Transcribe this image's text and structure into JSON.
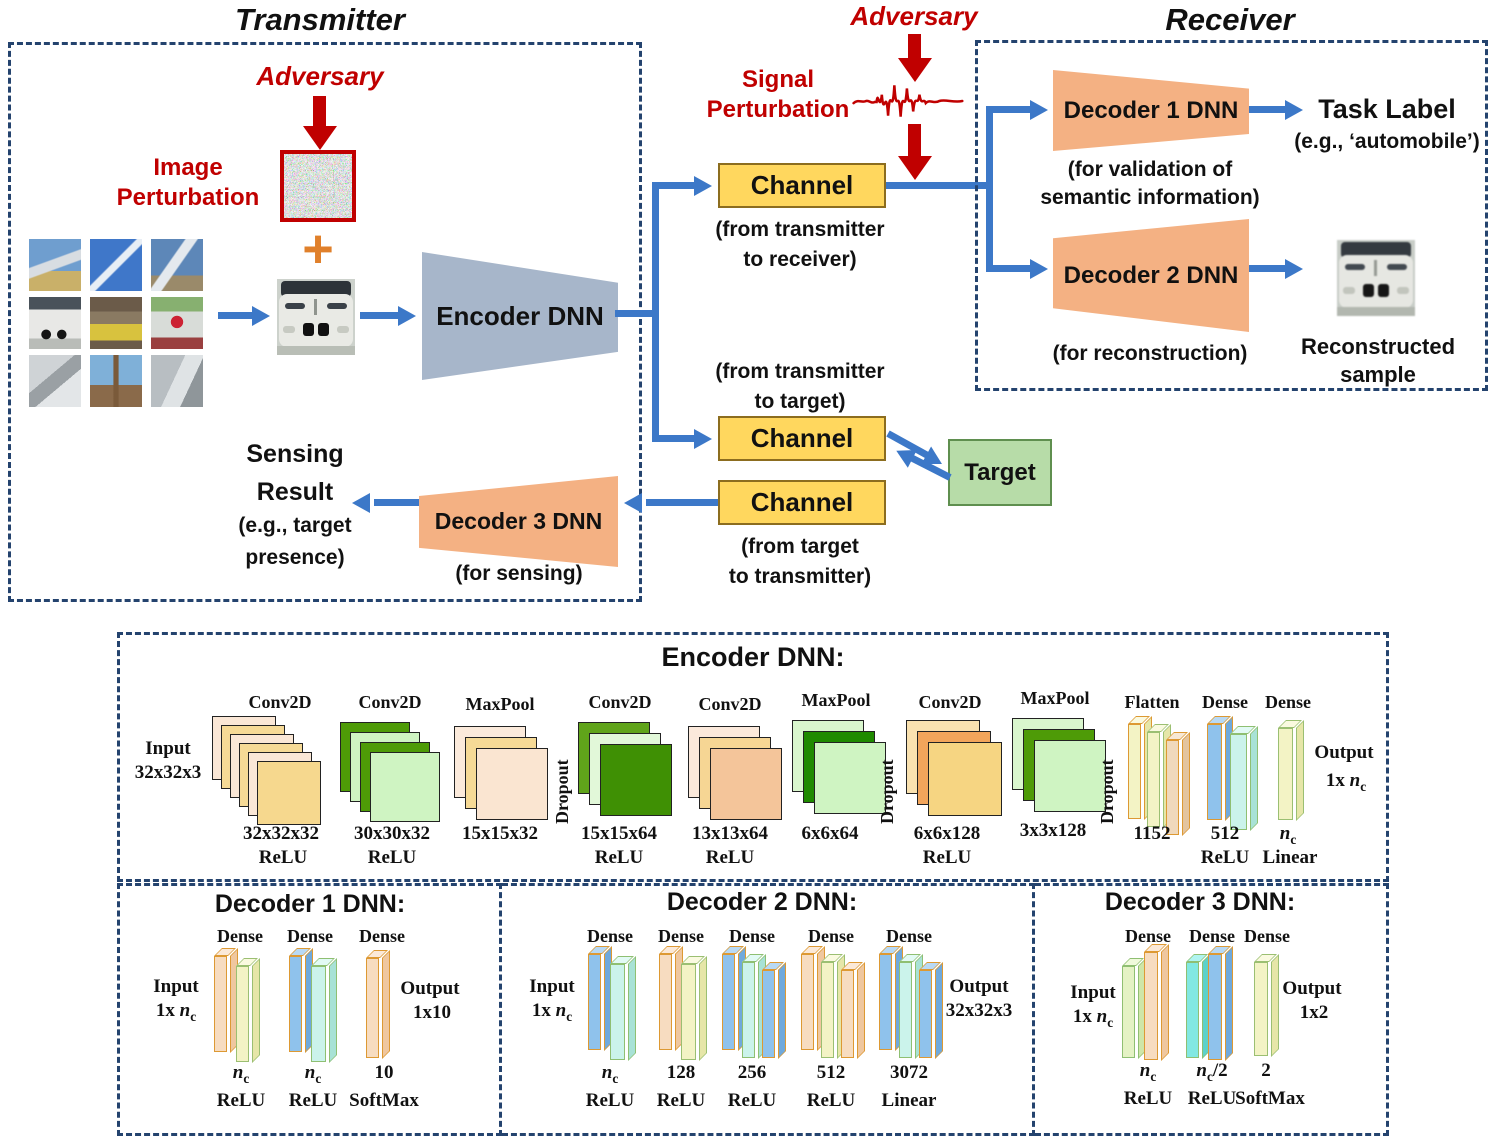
{
  "transmitter": {
    "title": "Transmitter",
    "adversary": "Adversary",
    "image_perturbation": [
      "Image",
      "Perturbation"
    ],
    "plus": "+",
    "encoder_label": "Encoder DNN",
    "sensing": [
      "Sensing",
      "Result",
      "(e.g., target",
      "presence)"
    ],
    "decoder3_label": "Decoder 3 DNN",
    "decoder3_caption": "(for sensing)"
  },
  "middle": {
    "adversary": "Adversary",
    "signal_perturbation": [
      "Signal",
      "Perturbation"
    ],
    "channel1": {
      "label": "Channel",
      "caption": [
        "(from transmitter",
        "to receiver)"
      ]
    },
    "channel2": {
      "label": "Channel",
      "caption": [
        "(from transmitter",
        "to target)"
      ]
    },
    "channel3": {
      "label": "Channel",
      "caption": [
        "(from target",
        "to transmitter)"
      ]
    },
    "target": "Target"
  },
  "receiver": {
    "title": "Receiver",
    "decoder1_label": "Decoder 1 DNN",
    "decoder1_caption": [
      "(for validation of",
      "semantic information)"
    ],
    "task_label": "Task Label",
    "task_example": "(e.g., ‘automobile’)",
    "decoder2_label": "Decoder 2 DNN",
    "decoder2_caption": "(for reconstruction)",
    "reconstructed": [
      "Reconstructed",
      "sample"
    ]
  },
  "encoder_panel": {
    "title": "Encoder DNN:",
    "input_label": "Input",
    "input_dim": "32x32x3",
    "output_label": "Output",
    "output_prefix": "1x",
    "dropout": "Dropout",
    "layers": [
      {
        "name": "Conv2D",
        "dim": "32x32x32",
        "act": "ReLU"
      },
      {
        "name": "Conv2D",
        "dim": "30x30x32",
        "act": "ReLU"
      },
      {
        "name": "MaxPool",
        "dim": "15x15x32",
        "act": ""
      },
      {
        "name": "Conv2D",
        "dim": "15x15x64",
        "act": "ReLU"
      },
      {
        "name": "Conv2D",
        "dim": "13x13x64",
        "act": "ReLU"
      },
      {
        "name": "MaxPool",
        "dim": "6x6x64",
        "act": ""
      },
      {
        "name": "Conv2D",
        "dim": "6x6x128",
        "act": "ReLU"
      },
      {
        "name": "MaxPool",
        "dim": "3x3x128",
        "act": ""
      },
      {
        "name": "Flatten",
        "dim": "1152",
        "act": ""
      },
      {
        "name": "Dense",
        "dim": "512",
        "act": "ReLU"
      },
      {
        "name": "Dense",
        "dim": "",
        "act": "Linear"
      }
    ]
  },
  "decoder1_panel": {
    "title": "Decoder 1 DNN:",
    "dense": "Dense",
    "input_label": "Input",
    "io_prefix": "1x",
    "output_label": "Output",
    "output_dim": "1x10",
    "dims": [
      "",
      "",
      "10"
    ],
    "acts": [
      "ReLU",
      "ReLU",
      "SoftMax"
    ]
  },
  "decoder2_panel": {
    "title": "Decoder 2 DNN:",
    "dense": "Dense",
    "input_label": "Input",
    "io_prefix": "1x",
    "output_label": "Output",
    "output_dim": "32x32x3",
    "dims": [
      "",
      "128",
      "256",
      "512",
      "3072"
    ],
    "acts": [
      "ReLU",
      "ReLU",
      "ReLU",
      "ReLU",
      "Linear"
    ]
  },
  "decoder3_panel": {
    "title": "Decoder 3 DNN:",
    "dense": "Dense",
    "input_label": "Input",
    "io_prefix": "1x",
    "output_label": "Output",
    "output_dim": "1x2",
    "dims": [
      "",
      "",
      "2"
    ],
    "acts": [
      "ReLU",
      "ReLU",
      "SoftMax"
    ]
  },
  "math": {
    "n": "n",
    "c": "c",
    "half": "/2"
  },
  "colors": {
    "dash_border": "#24436E",
    "arrow_blue": "#3C78C8",
    "adversary_red": "#C00000",
    "channel_fill": "#FFD75E",
    "channel_border": "#8C6D1F",
    "target_fill": "#B7DCA8",
    "encoder_trap": "#A7B6CA",
    "decoder_trap": "#F4B183",
    "plus_orange": "#E0802B"
  }
}
